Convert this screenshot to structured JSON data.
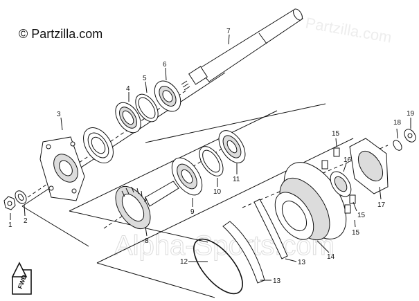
{
  "header": {
    "copyright": "© Partzilla.com"
  },
  "watermarks": {
    "main": "Alpha-Sports.com",
    "faint": "Partzilla.com"
  },
  "badge": {
    "fwd": "FWD"
  },
  "callouts": [
    {
      "id": "c1",
      "text": "1"
    },
    {
      "id": "c2",
      "text": "2"
    },
    {
      "id": "c3",
      "text": "3"
    },
    {
      "id": "c4",
      "text": "4"
    },
    {
      "id": "c5",
      "text": "5"
    },
    {
      "id": "c6",
      "text": "6"
    },
    {
      "id": "c7",
      "text": "7"
    },
    {
      "id": "c8",
      "text": "8"
    },
    {
      "id": "c9",
      "text": "9"
    },
    {
      "id": "c10",
      "text": "10"
    },
    {
      "id": "c11",
      "text": "11"
    },
    {
      "id": "c12",
      "text": "12"
    },
    {
      "id": "c13a",
      "text": "13"
    },
    {
      "id": "c13b",
      "text": "13"
    },
    {
      "id": "c14",
      "text": "14"
    },
    {
      "id": "c15a",
      "text": "15"
    },
    {
      "id": "c15b",
      "text": "15"
    },
    {
      "id": "c15c",
      "text": "15"
    },
    {
      "id": "c16",
      "text": "16"
    },
    {
      "id": "c17",
      "text": "17"
    },
    {
      "id": "c18",
      "text": "18"
    },
    {
      "id": "c19",
      "text": "19"
    }
  ]
}
